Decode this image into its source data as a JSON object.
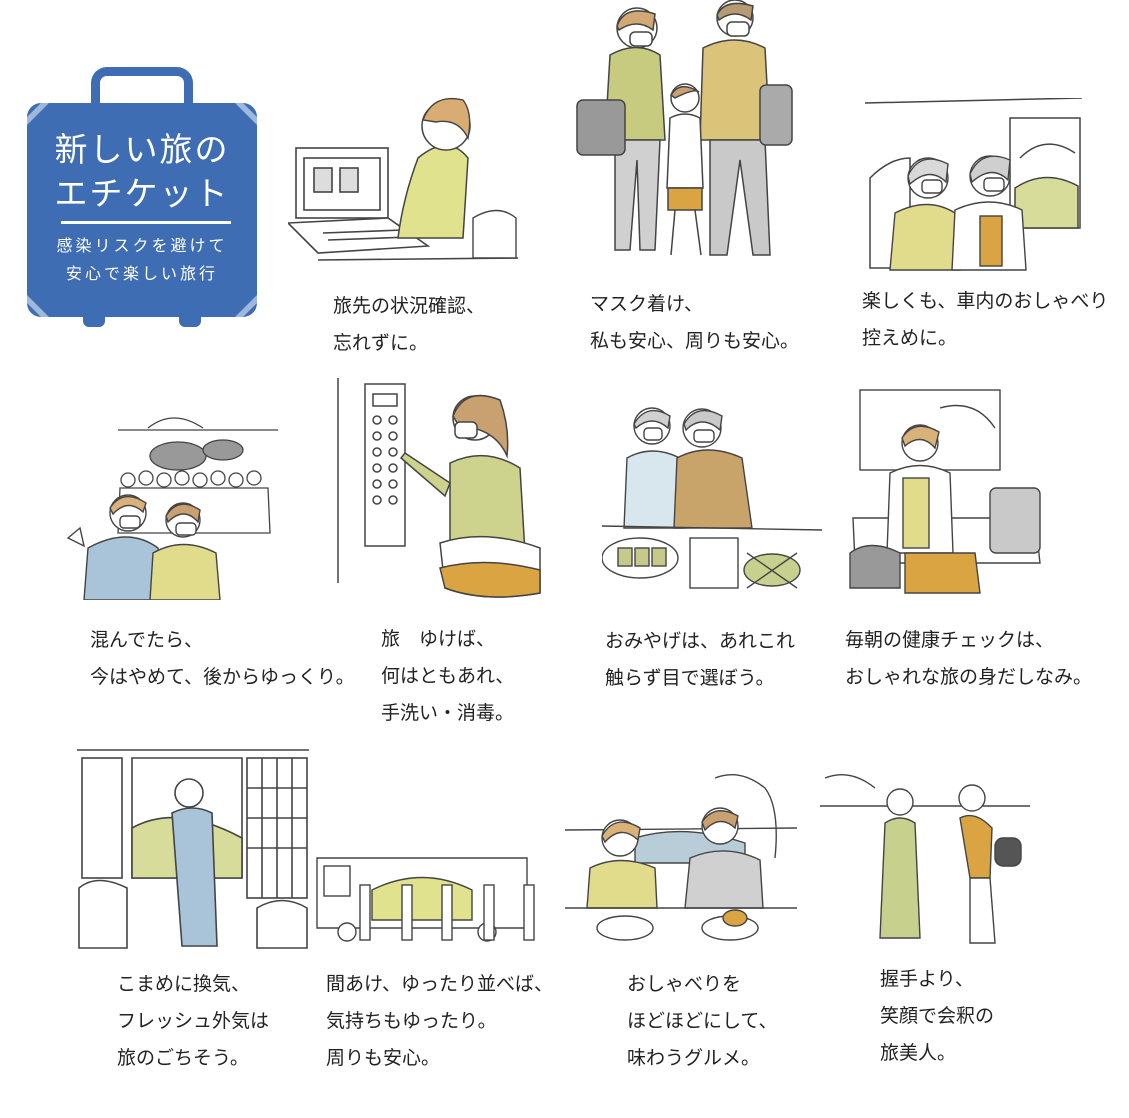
{
  "logo": {
    "title_line1": "新しい旅の",
    "title_line2": "エチケット",
    "sub_line1": "感染リスクを避けて",
    "sub_line2": "安心で楽しい旅行",
    "color": "#3f6db4"
  },
  "captions": [
    {
      "id": "check-info",
      "lines": [
        "旅先の状況確認、",
        "忘れずに。"
      ]
    },
    {
      "id": "mask",
      "lines": [
        "マスク着け、",
        "私も安心、周りも安心。"
      ]
    },
    {
      "id": "quiet-car",
      "lines": [
        "楽しくも、車内のおしゃべり",
        "控えめに。"
      ]
    },
    {
      "id": "crowds",
      "lines": [
        "混んでたら、",
        "今はやめて、後からゆっくり。"
      ]
    },
    {
      "id": "handwash",
      "lines": [
        "旅　ゆけば、",
        "何はともあれ、",
        "手洗い・消毒。"
      ]
    },
    {
      "id": "souvenir",
      "lines": [
        "おみやげは、あれこれ",
        "触らず目で選ぼう。"
      ]
    },
    {
      "id": "health-check",
      "lines": [
        "毎朝の健康チェックは、",
        "おしゃれな旅の身だしなみ。"
      ]
    },
    {
      "id": "ventilation",
      "lines": [
        "こまめに換気、",
        "フレッシュ外気は",
        "旅のごちそう。"
      ]
    },
    {
      "id": "queue",
      "lines": [
        "間あけ、ゆったり並べば、",
        "気持ちもゆったり。",
        "周りも安心。"
      ]
    },
    {
      "id": "gourmet",
      "lines": [
        "おしゃべりを",
        "ほどほどにして、",
        "味わうグルメ。"
      ]
    },
    {
      "id": "greeting",
      "lines": [
        "握手より、",
        "笑顔で会釈の",
        "旅美人。"
      ]
    }
  ],
  "colors": {
    "ink": "#444444",
    "yellow": "#d9dc8a",
    "olive": "#c7c98a",
    "mustard": "#d9a441",
    "blue": "#a9c4d8",
    "grey": "#c9c9c9",
    "tan": "#c8a46a"
  }
}
